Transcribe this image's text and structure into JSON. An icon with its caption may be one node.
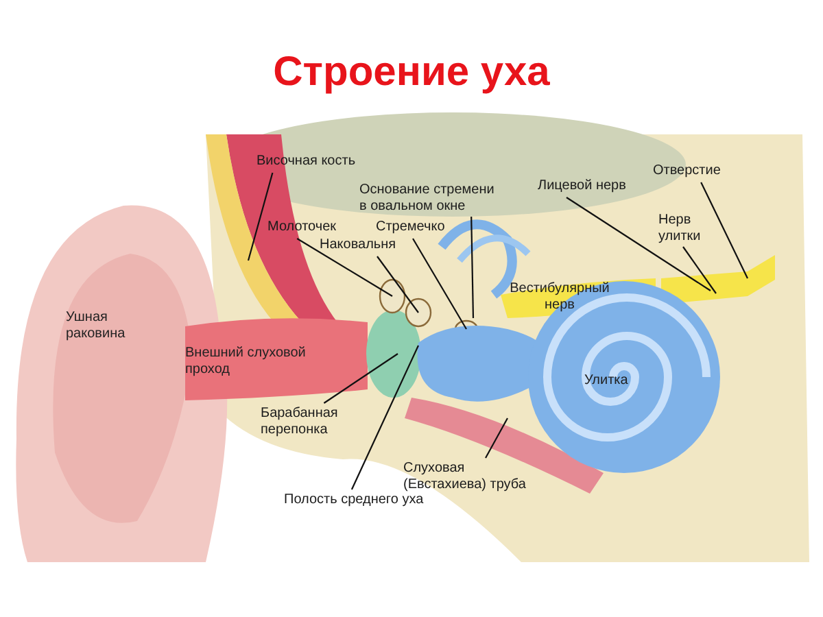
{
  "diagram": {
    "title": "Строение уха",
    "nodes": [
      {
        "text": [
          "Височная кость"
        ]
      },
      {
        "text": [
          "Основание стремени в овальном окне"
        ]
      },
      {
        "text": [
          "Молоточек"
        ]
      },
      {
        "text": [
          "Стремечко"
        ]
      },
      {
        "text": [
          "Наковальня"
        ]
      },
      {
        "text": [
          "Лицевой нерв"
        ]
      },
      {
        "text": [
          "Отверстие"
        ]
      },
      {
        "text": [
          "Нерв улитки"
        ]
      },
      {
        "text": [
          "Барабанная перепонка"
        ]
      },
      {
        "text": [
          "Полость среднего уха"
        ]
      },
      {
        "text": [
          "Слуховая (Евстахиева) труба"
        ]
      }
    ],
    "edges": [
      {
        "from": 0,
        "to": null,
        "arrow": "none"
      },
      {
        "from": 1,
        "to": null,
        "arrow": "none"
      },
      {
        "from": 2,
        "to": null,
        "arrow": "none"
      },
      {
        "from": 3,
        "to": null,
        "arrow": "none"
      },
      {
        "from": 4,
        "to": null,
        "arrow": "none"
      },
      {
        "from": 5,
        "to": null,
        "arrow": "none"
      },
      {
        "from": 6,
        "to": null,
        "arrow": "none"
      },
      {
        "from": 7,
        "to": null,
        "arrow": "none"
      },
      {
        "from": 8,
        "to": null,
        "arrow": "none"
      },
      {
        "from": 9,
        "to": null,
        "arrow": "none"
      },
      {
        "from": 10,
        "to": null,
        "arrow": "none"
      }
    ],
    "labels": [
      "Ушная раковина",
      "Внешний слуховой проход",
      "Вестибулярный нерв",
      "Улитка"
    ]
  }
}
